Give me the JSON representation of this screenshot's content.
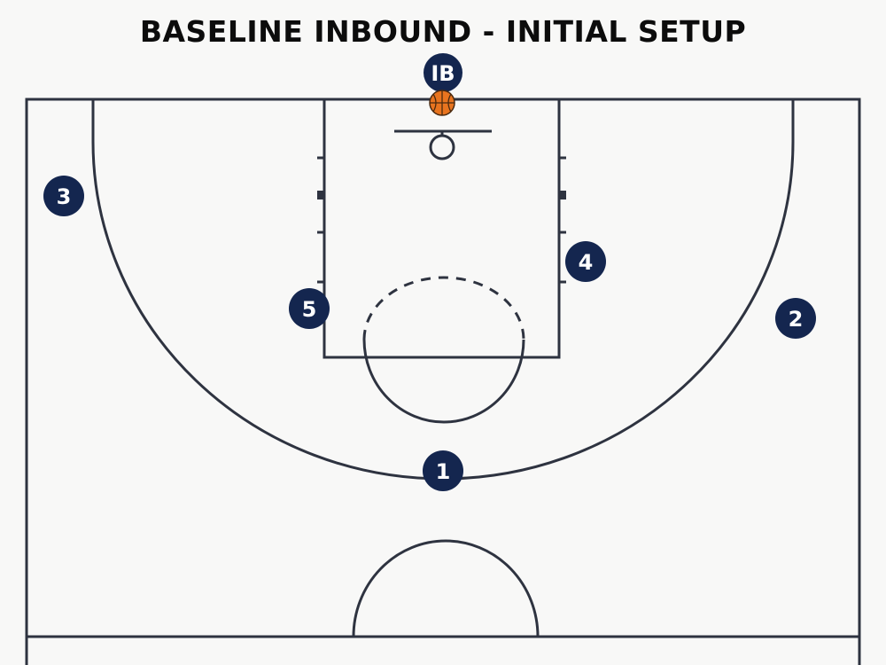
{
  "title": "BASELINE INBOUND - INITIAL SETUP",
  "colors": {
    "background": "#f8f8f7",
    "court_lines": "#2e3340",
    "player_marker": "#14264f",
    "player_text": "#ffffff",
    "ball": "#e8741f"
  },
  "ball": {
    "icon": "basketball-icon"
  },
  "players": [
    {
      "id": "inbounder",
      "label": "IB"
    },
    {
      "id": "player-1",
      "label": "1"
    },
    {
      "id": "player-2",
      "label": "2"
    },
    {
      "id": "player-3",
      "label": "3"
    },
    {
      "id": "player-4",
      "label": "4"
    },
    {
      "id": "player-5",
      "label": "5"
    }
  ]
}
